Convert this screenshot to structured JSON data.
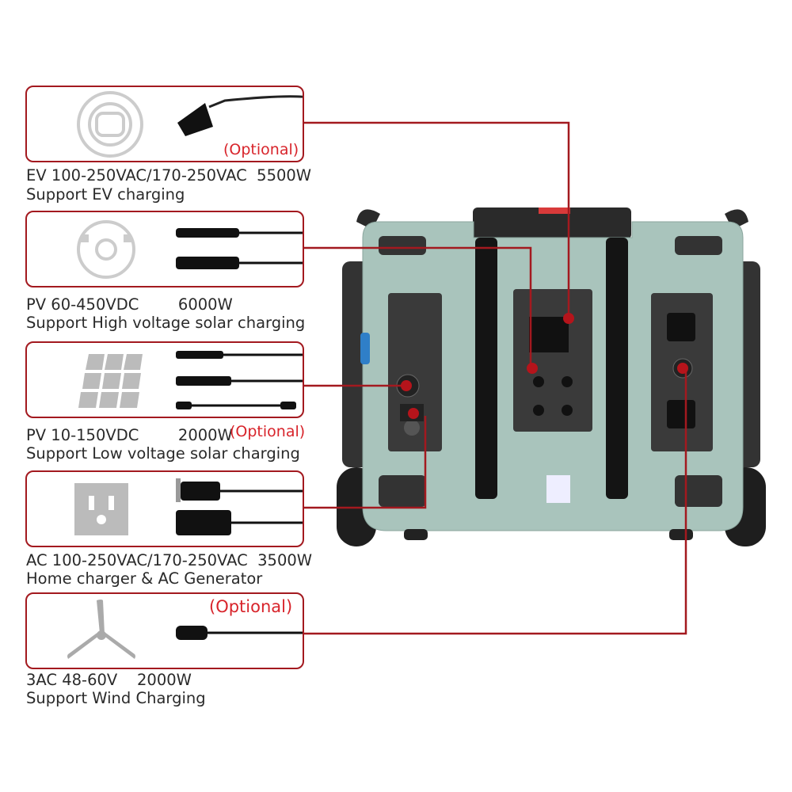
{
  "accent_color": "#a3191f",
  "optional_color": "#d8242b",
  "inputs": [
    {
      "icon": "ev-socket-icon",
      "connector": "ev-charging-plug",
      "optional": "(Optional)",
      "spec": "EV 100-250VAC/170-250VAC  5500W",
      "desc": "Support EV charging"
    },
    {
      "icon": "pv-high-voltage-socket-icon",
      "connector": "mc4-connectors",
      "optional": "",
      "spec": "PV 60-450VDC        6000W",
      "desc": "Support High voltage solar charging"
    },
    {
      "icon": "solar-panel-icon",
      "connector": "mc4-and-dc-cables",
      "optional": "(Optional)",
      "spec": "PV 10-150VDC        2000W",
      "desc": "Support Low voltage solar charging"
    },
    {
      "icon": "ac-outlet-icon",
      "connector": "ac-power-cord",
      "optional": "",
      "spec": "AC 100-250VAC/170-250VAC  3500W",
      "desc": "Home charger & AC Generator"
    },
    {
      "icon": "wind-turbine-icon",
      "connector": "wind-cable-plug",
      "optional": "(Optional)",
      "spec": "3AC 48-60V    2000W",
      "desc": "Support Wind Charging"
    }
  ],
  "product": {
    "name": "portable-power-station",
    "body_color": "#a9c4bc"
  }
}
